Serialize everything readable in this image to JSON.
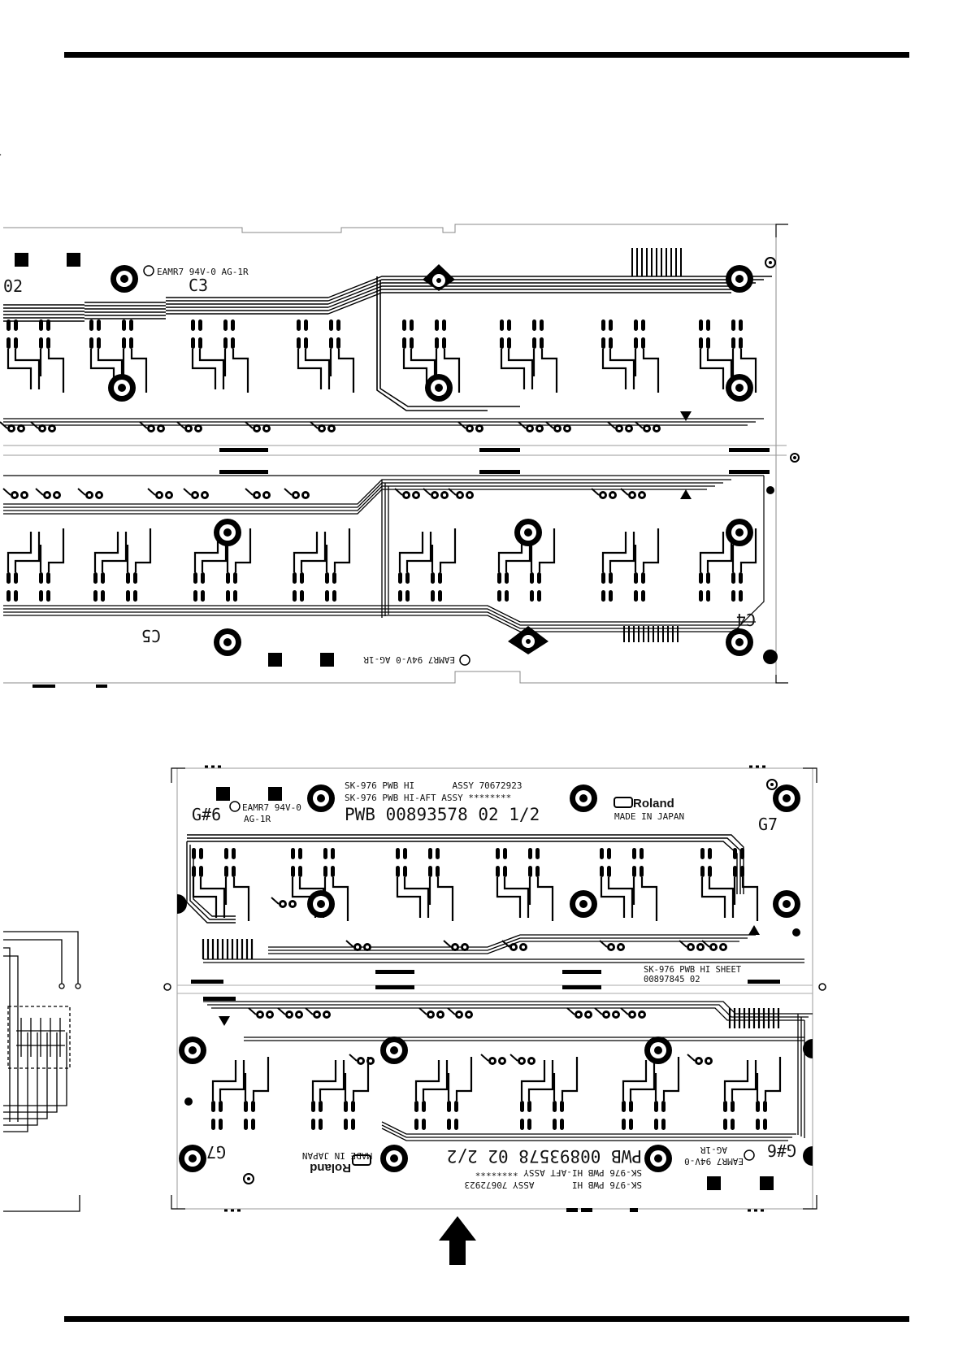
{
  "top_board": {
    "upper_half": {
      "label_left": "02",
      "label_mid": "C3",
      "cert_text": "EAMR7 94V-0 AG-1R"
    },
    "lower_half": {
      "label_right": "C4",
      "label_left": "C5",
      "cert_text": "EAMR7 94V-0 AG-1R"
    }
  },
  "bottom_board": {
    "upper_half": {
      "label_left": "G#6",
      "label_right": "G7",
      "cert_line1": "EAMR7 94V-0",
      "cert_line2": "AG-1R",
      "assy_line1": "SK-976 PWB HI       ASSY 70672923",
      "assy_line2": "SK-976 PWB HI-AFT ASSY ********",
      "pwb_number": "PWB 00893578 02 1/2",
      "brand": "Roland",
      "made_in": "MADE IN JAPAN",
      "sheet_line1": "SK-976 PWB HI SHEET",
      "sheet_line2": "00897845 02"
    },
    "lower_half": {
      "label_left": "G7",
      "label_right": "G#6",
      "cert_line1": "EAMR7 94V-0",
      "cert_line2": "AG-1R",
      "assy_line1": "SK-976 PWB HI       ASSY 70672923",
      "assy_line2": "SK-976 PWB HI-AFT ASSY ********",
      "pwb_number": "PWB 00893578 02 2/2",
      "brand": "Roland",
      "made_in": "MADE IN JAPAN"
    }
  },
  "icons": {
    "direction_arrow": "up-arrow-icon",
    "mounting_hole": "mounting-hole-icon",
    "diode": "diode-icon"
  }
}
